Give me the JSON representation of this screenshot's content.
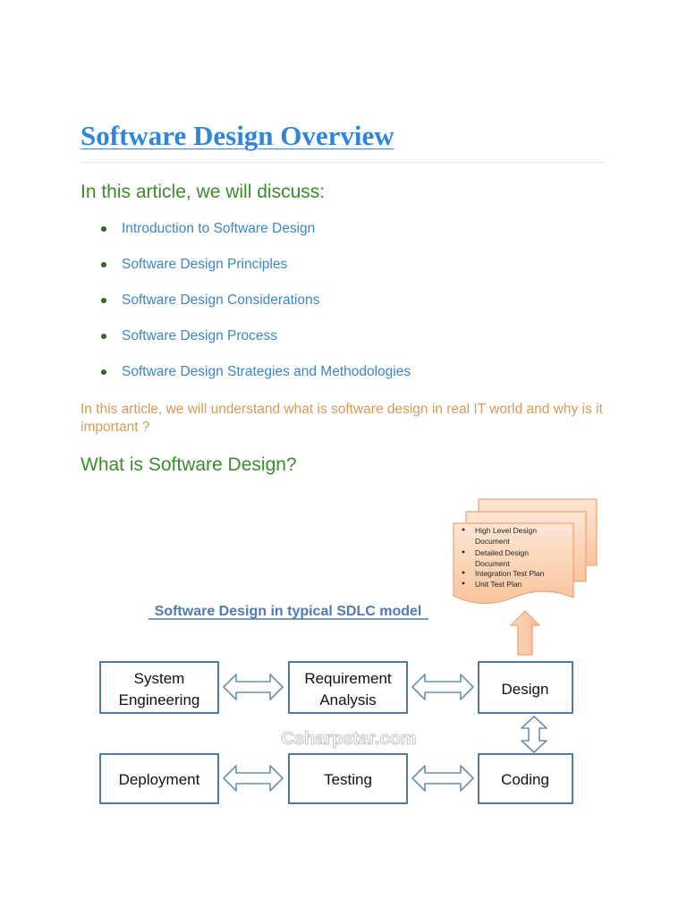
{
  "page": {
    "title": "Software Design Overview",
    "discuss_heading": "In this article, we will discuss:",
    "topics": [
      "Introduction to Software Design",
      "Software Design Principles",
      "Software Design Considerations",
      "Software Design Process",
      "Software Design Strategies and Methodologies"
    ],
    "intro": "In this article, we will understand what is software design in real IT world and why is it important ?",
    "section_heading": "What is Software Design?"
  },
  "diagram": {
    "caption": "Software Design in typical SDLC model",
    "watermark": "Csharpstar.com",
    "documents": [
      "High Level Design",
      "Document",
      "Detailed Design",
      "Document",
      "Integration Test Plan",
      "Unit Test Plan"
    ],
    "boxes": {
      "system_line1": "System",
      "system_line2": "Engineering",
      "requirement_line1": "Requirement",
      "requirement_line2": "Analysis",
      "design": "Design",
      "deployment": "Deployment",
      "testing": "Testing",
      "coding": "Coding"
    },
    "colors": {
      "title_blue": "#2f86de",
      "heading_green": "#3c8b2d",
      "link_blue": "#3d86c4",
      "intro_orange": "#d69a55",
      "box_border": "#3b6e98",
      "arrow_border": "#6a8fb3",
      "doc_fill": "#fcd3b6",
      "doc_border": "#eaa27a",
      "caption_blue": "#4f7bb1"
    }
  }
}
